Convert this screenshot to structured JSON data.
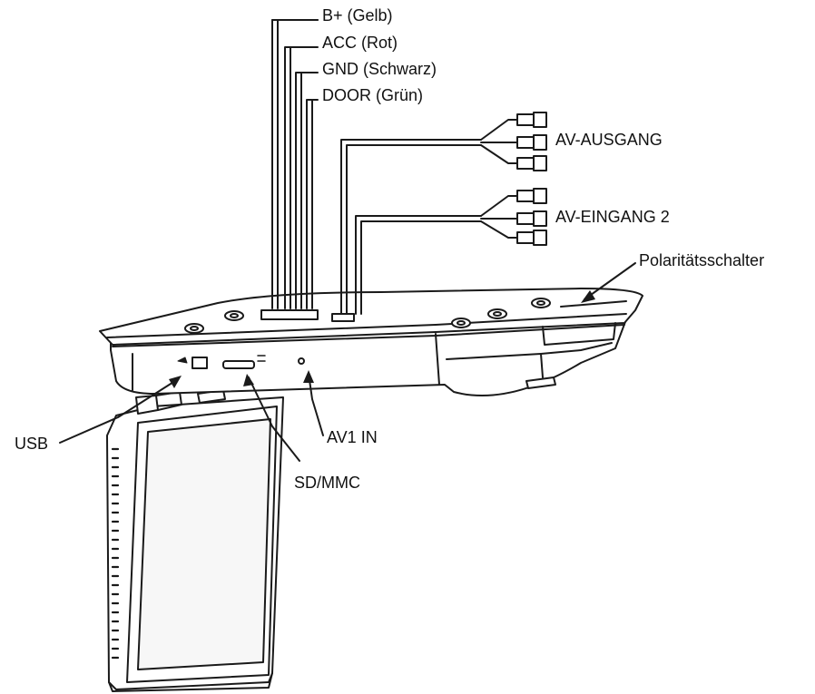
{
  "labels": {
    "b_plus": "B+ (Gelb)",
    "acc": "ACC (Rot)",
    "gnd": "GND (Schwarz)",
    "door": "DOOR (Grün)",
    "av_out": "AV-AUSGANG",
    "av_in2": "AV-EINGANG 2",
    "polarity": "Polaritätsschalter",
    "usb": "USB",
    "av1_in": "AV1 IN",
    "sd_mmc": "SD/MMC"
  },
  "colors": {
    "line": "#1a1a1a",
    "body_fill": "#ffffff",
    "screen_fill": "#f7f7f7"
  }
}
